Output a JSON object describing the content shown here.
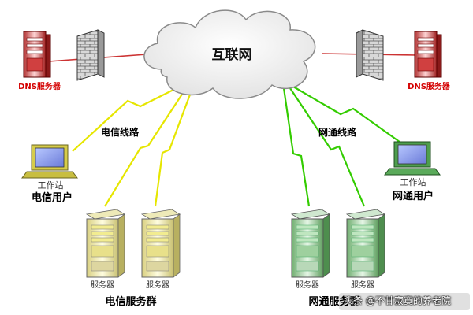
{
  "cloud": {
    "label": "互联网"
  },
  "dns_left": {
    "label": "DNS服务器"
  },
  "dns_right": {
    "label": "DNS服务器"
  },
  "telecom": {
    "line_label": "电信线路",
    "workstation_label": "工作站",
    "user_label": "电信用户",
    "server_labels": [
      "服务器",
      "服务器"
    ],
    "group_label": "电信服务群"
  },
  "netcom": {
    "line_label": "网通线路",
    "workstation_label": "工作站",
    "user_label": "网通用户",
    "server_labels": [
      "服务器",
      "服务器"
    ],
    "group_label": "网通服务群"
  },
  "watermark": {
    "text": "头条 @不甘寂寞的养老院"
  },
  "colors": {
    "dns": "#d40000",
    "telecom_line": "#e6e600",
    "netcom_line": "#33cc00",
    "firewall_link": "#cc3333"
  }
}
